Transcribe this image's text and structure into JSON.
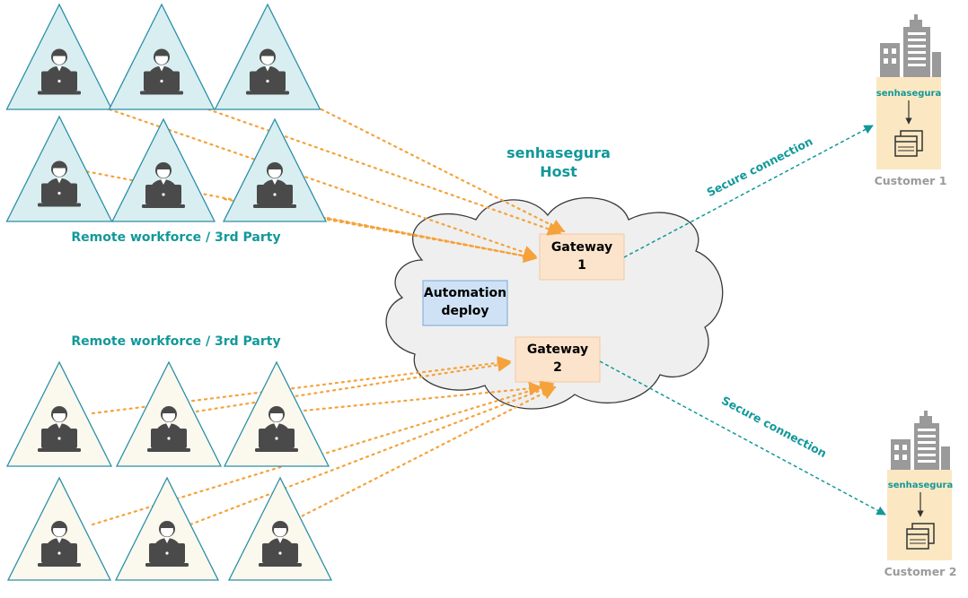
{
  "host": {
    "line1": "senhasegura",
    "line2": "Host"
  },
  "gateways": [
    {
      "label": "Gateway",
      "number": "1"
    },
    {
      "label": "Gateway",
      "number": "2"
    }
  ],
  "automation": {
    "line1": "Automation",
    "line2": "deploy"
  },
  "groups": [
    {
      "label": "Remote workforce / 3rd Party"
    },
    {
      "label": "Remote workforce / 3rd Party"
    }
  ],
  "connections": [
    {
      "label": "Secure connection"
    },
    {
      "label": "Secure connection"
    }
  ],
  "customers": [
    {
      "name": "Customer 1",
      "product": "senhasegura"
    },
    {
      "name": "Customer 2",
      "product": "senhasegura"
    }
  ],
  "colors": {
    "teal": "#12989a",
    "orange": "#f5a23a",
    "top_triangle_fill": "#d8eef1",
    "bottom_triangle_fill": "#fbf8ee",
    "gateway_fill": "#fce4cc",
    "automation_fill": "#cfe2f5",
    "cloud_fill": "#efefef",
    "customer_panel": "#fbe8c2",
    "building": "#9a9a9a"
  }
}
